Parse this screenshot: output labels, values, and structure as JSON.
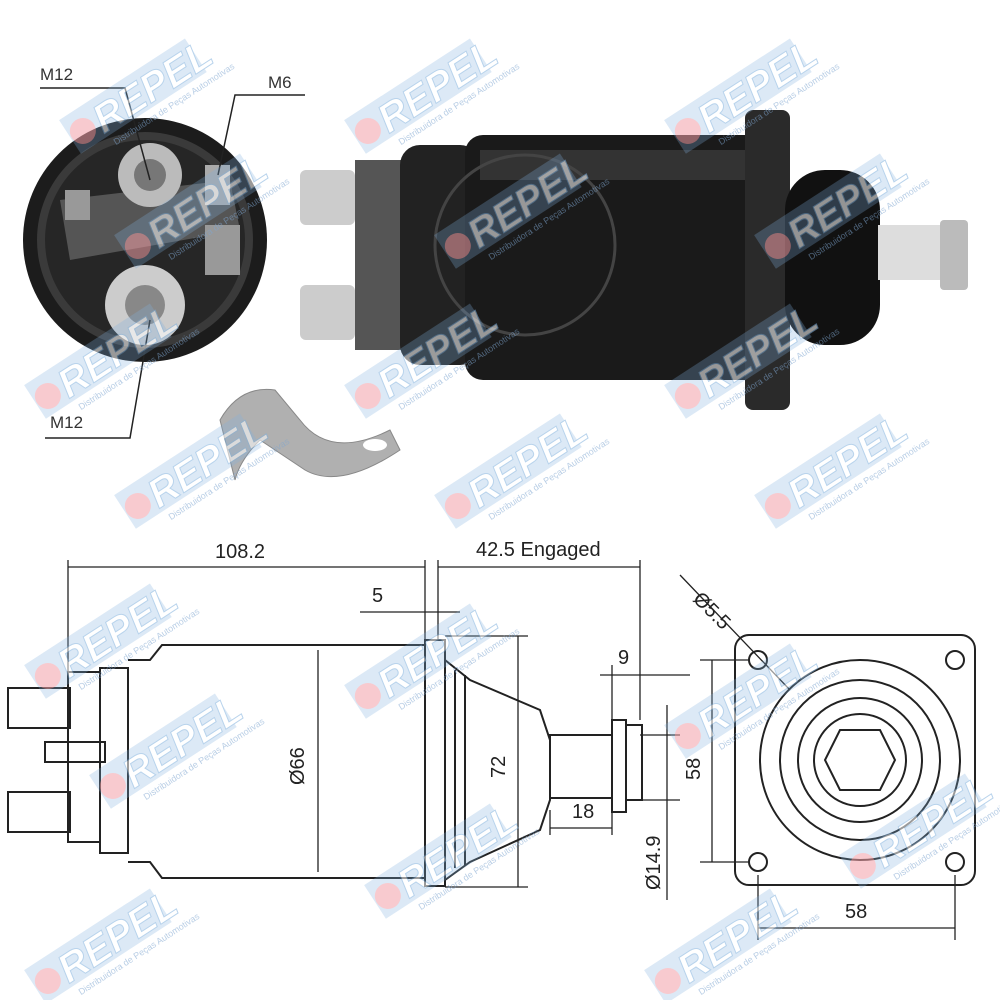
{
  "photo": {
    "callouts": {
      "top_left": "M12",
      "top_right": "M6",
      "bottom_left": "M12"
    }
  },
  "drawing": {
    "dimensions": {
      "length": "108.2",
      "engaged": "42.5 Engaged",
      "flange_thickness": "5",
      "body_diameter": "Ø66",
      "flange_height": "72",
      "stud_length": "18",
      "nut_width": "9",
      "shaft_diameter": "Ø14.9",
      "hole_diameter": "Ø5.5",
      "mount_vertical": "58",
      "mount_horizontal": "58"
    }
  },
  "watermark": {
    "brand": "REPEL",
    "tagline": "Distribuidora de Peças Automotivas",
    "color": "#7fb0dd"
  }
}
